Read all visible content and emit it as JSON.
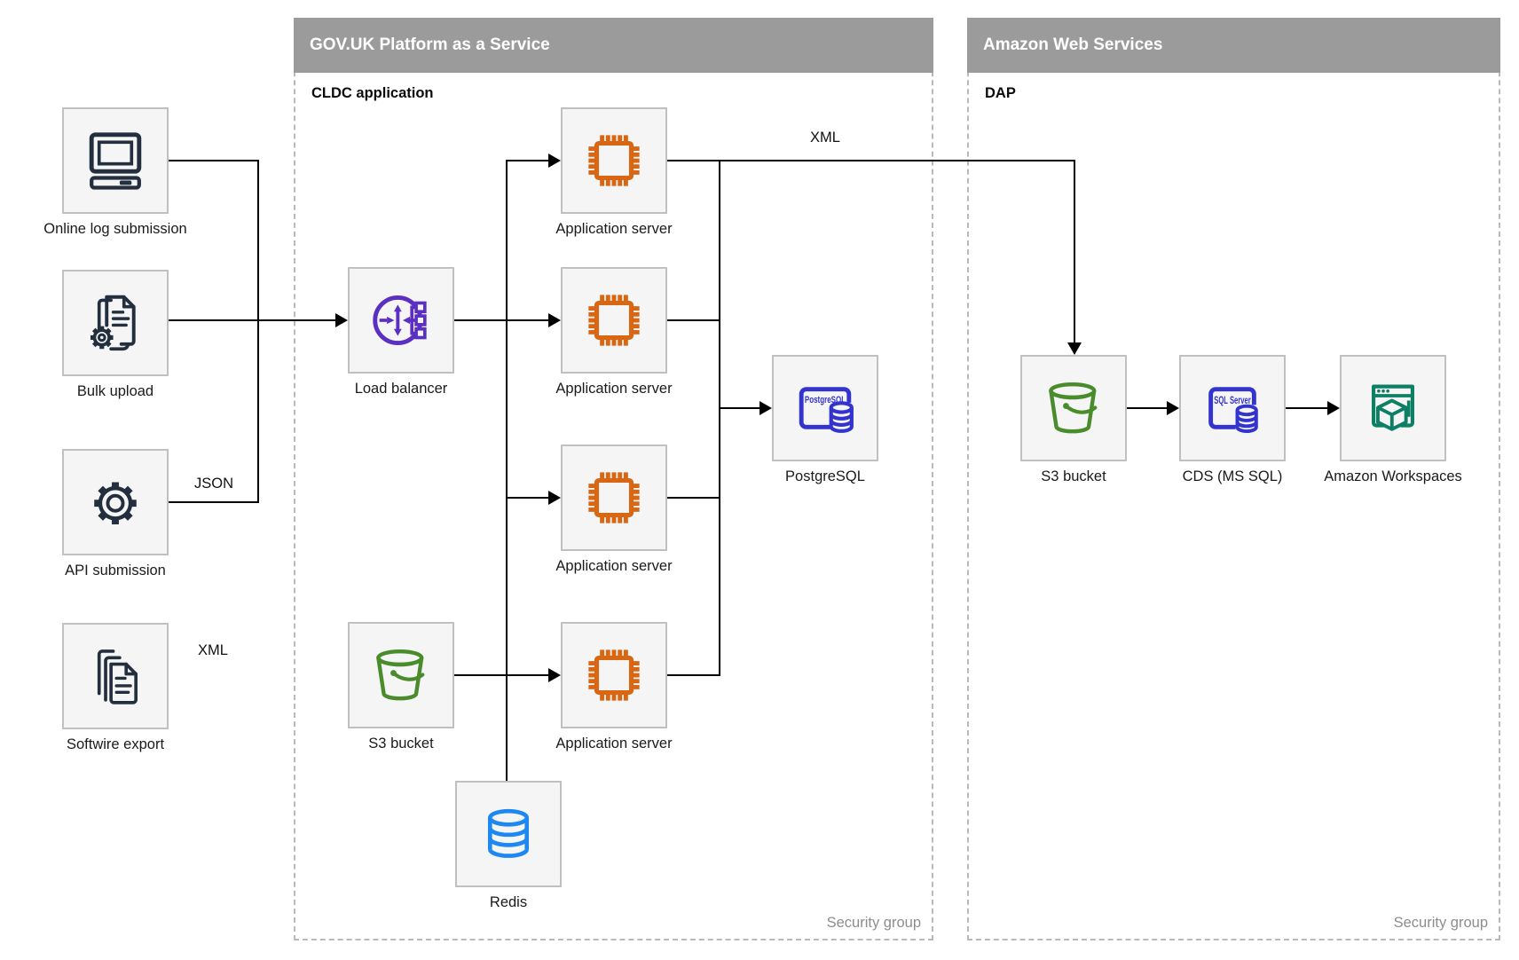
{
  "containers": {
    "paas": {
      "title": "GOV.UK Platform as a Service",
      "subtitle": "CLDC application",
      "footer": "Security group"
    },
    "aws": {
      "title": "Amazon Web Services",
      "subtitle": "DAP",
      "footer": "Security group"
    }
  },
  "nodes": {
    "online_log": {
      "label": "Online log submission",
      "icon": "computer-icon"
    },
    "bulk_upload": {
      "label": "Bulk upload",
      "icon": "document-gear-icon"
    },
    "api_submission": {
      "label": "API submission",
      "icon": "gear-icon"
    },
    "softwire_export": {
      "label": "Softwire export",
      "icon": "documents-icon"
    },
    "load_balancer": {
      "label": "Load balancer",
      "icon": "load-balancer-icon"
    },
    "app_server_1": {
      "label": "Application server",
      "icon": "chip-icon"
    },
    "app_server_2": {
      "label": "Application server",
      "icon": "chip-icon"
    },
    "app_server_3": {
      "label": "Application server",
      "icon": "chip-icon"
    },
    "app_server_4": {
      "label": "Application server",
      "icon": "chip-icon"
    },
    "s3_paas": {
      "label": "S3 bucket",
      "icon": "bucket-icon"
    },
    "redis": {
      "label": "Redis",
      "icon": "database-icon"
    },
    "postgresql": {
      "label": "PostgreSQL",
      "icon": "postgresql-icon",
      "badge": "PostgreSQL"
    },
    "s3_aws": {
      "label": "S3 bucket",
      "icon": "bucket-icon"
    },
    "cds": {
      "label": "CDS (MS SQL)",
      "icon": "sql-server-icon",
      "badge": "SQL Server"
    },
    "workspaces": {
      "label": "Amazon Workspaces",
      "icon": "workspaces-icon"
    }
  },
  "edge_labels": {
    "json": "JSON",
    "xml_export": "XML",
    "xml_to_dap": "XML"
  },
  "colors": {
    "navy": "#232F3E",
    "orange": "#D86613",
    "purple": "#5A2FC2",
    "blue_db": "#3333CF",
    "azure": "#1E88F2",
    "green": "#4A8C2B",
    "teal": "#0D7F64",
    "header_gray": "#9B9B9B",
    "line_black": "#000000"
  }
}
